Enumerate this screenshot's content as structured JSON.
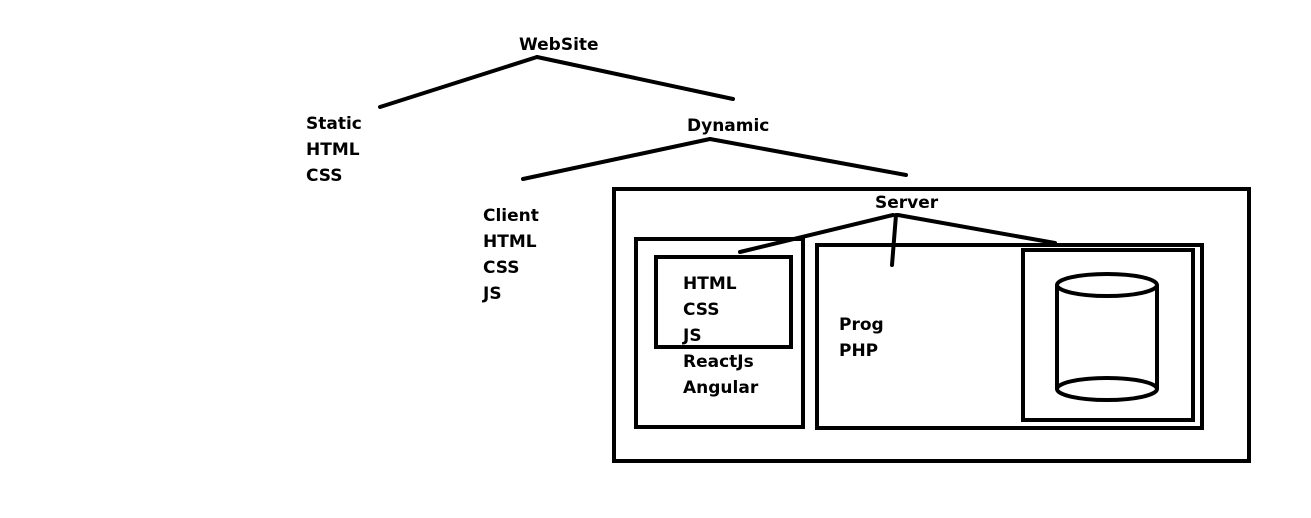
{
  "root": {
    "label": "WebSite"
  },
  "static_node": {
    "lines": [
      "Static",
      "HTML",
      "CSS"
    ]
  },
  "dynamic_node": {
    "label": "Dynamic"
  },
  "client_node": {
    "lines": [
      "Client",
      "HTML",
      "CSS",
      "JS"
    ]
  },
  "server_node": {
    "label": "Server"
  },
  "frontend_box": {
    "inner_lines": [
      "HTML",
      "CSS",
      "JS"
    ],
    "outer_lines": [
      "ReactJs",
      "Angular"
    ]
  },
  "backend_box": {
    "lines": [
      "Prog",
      "PHP"
    ]
  },
  "database": {
    "icon": "database-cylinder-icon"
  },
  "colors": {
    "stroke": "#000000",
    "background": "#ffffff"
  }
}
